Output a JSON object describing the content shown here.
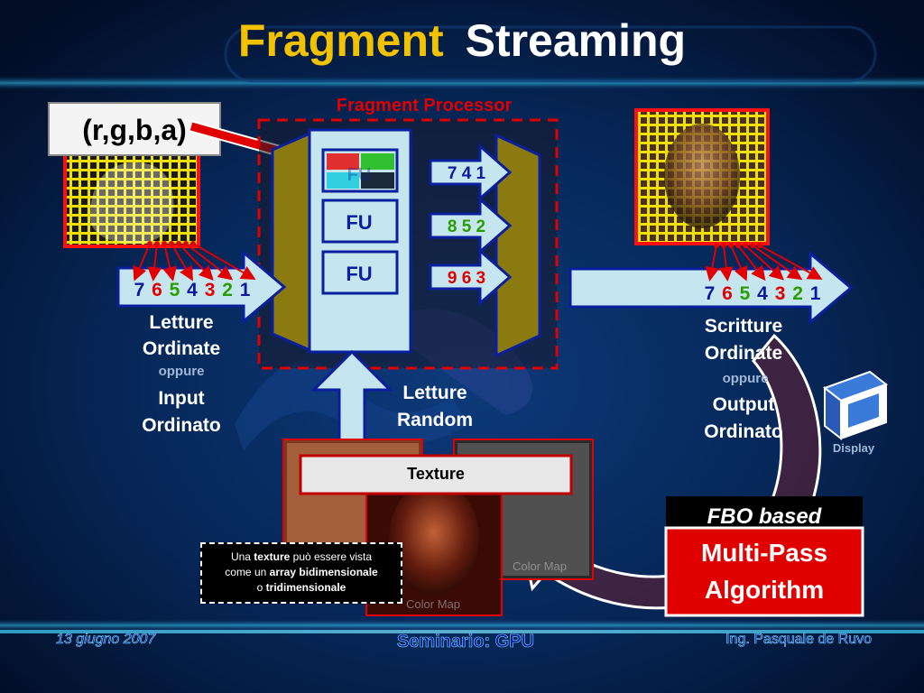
{
  "title": {
    "part1": "Fragment",
    "part2": "Streaming"
  },
  "fragment_processor": {
    "label": "Fragment Processor",
    "fu_labels": [
      "FU",
      "FU"
    ],
    "partial_fu_label": "FU"
  },
  "rgba_label": "(r,g,b,a)",
  "input_stream": {
    "numbers": [
      "7",
      "6",
      "5",
      "4",
      "3",
      "2",
      "1"
    ],
    "label_line1": "Letture",
    "label_line2": "Ordinate",
    "oppure": "oppure",
    "label_line3": "Input",
    "label_line4": "Ordinato"
  },
  "processor_outputs": [
    "7 4 1",
    "8 5 2",
    "9 6 3"
  ],
  "output_stream": {
    "numbers": [
      "7",
      "6",
      "5",
      "4",
      "3",
      "2",
      "1"
    ],
    "label_line1": "Scritture",
    "label_line2": "Ordinate",
    "oppure": "oppure",
    "label_line3": "Output",
    "label_line4": "Ordinato"
  },
  "random_read": {
    "line1": "Letture",
    "line2": "Random"
  },
  "texture": {
    "label": "Texture",
    "map_label": "Color Map"
  },
  "note": {
    "prefix": "Una",
    "texture": "texture",
    "mid1": "può essere vista",
    "line2_prefix": "come un",
    "array": "array",
    "bidimensionale": "bidimensionale",
    "line3_prefix": "o",
    "tridimensionale": "tridimensionale"
  },
  "display_label": "Display",
  "fbo": {
    "label": "FBO based",
    "line1": "Multi-Pass",
    "line2": "Algorithm"
  },
  "footer": {
    "date": "13 giugno 2007",
    "center": "Seminario: GPU",
    "author": "Ing. Pasquale de Ruvo"
  },
  "colors": {
    "title_yellow": "#f2c200",
    "red": "#e00000",
    "arrow_fill": "#c6e6ef",
    "arrow_stroke": "#0a1f9e",
    "num_blue": "#0a1aa0",
    "num_red": "#e00000",
    "num_green": "#2a9e00",
    "num_black": "#000000"
  }
}
